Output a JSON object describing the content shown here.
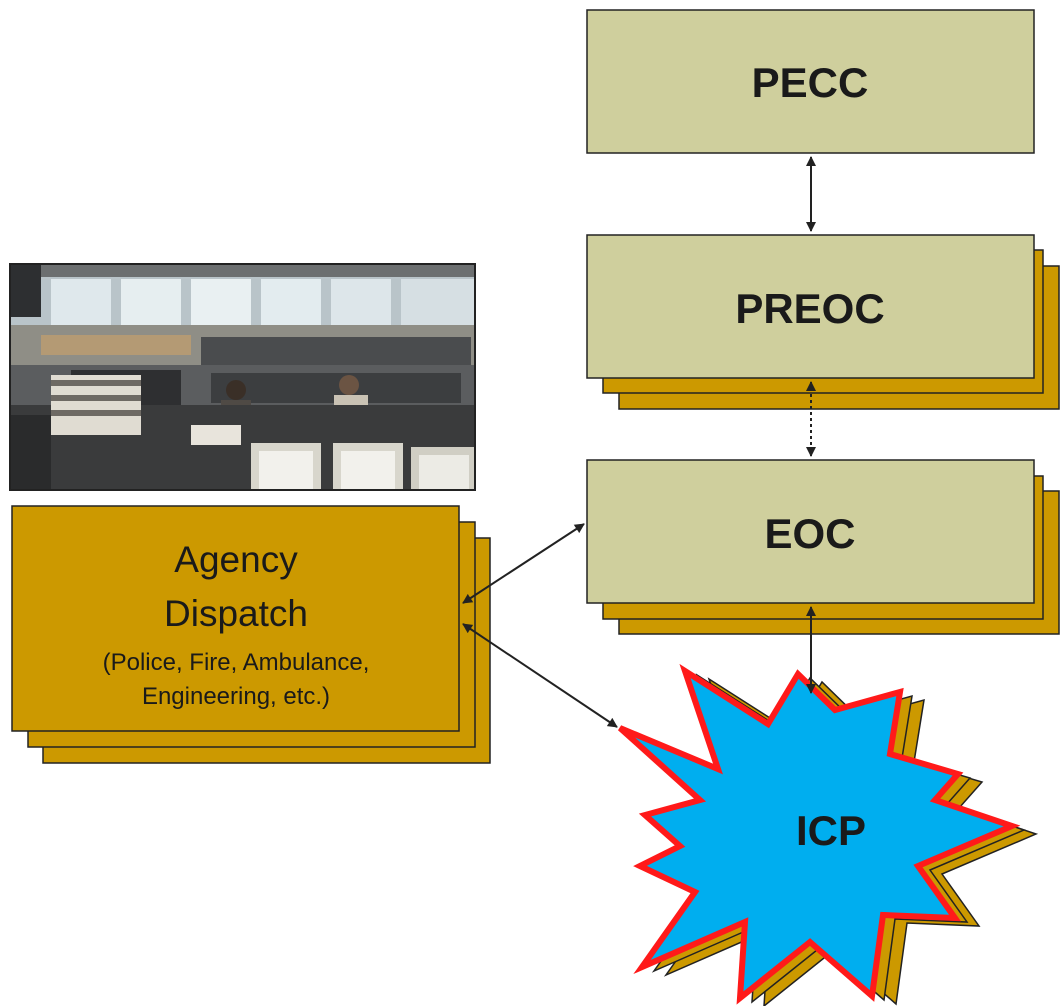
{
  "nodes": {
    "pecc": {
      "label": "PECC"
    },
    "preoc": {
      "label": "PREOC"
    },
    "eoc": {
      "label": "EOC"
    },
    "icp": {
      "label": "ICP"
    },
    "agency": {
      "title_line1": "Agency",
      "title_line2": "Dispatch",
      "detail_line1": "(Police, Fire, Ambulance,",
      "detail_line2": "Engineering, etc.)"
    }
  },
  "photo": {
    "subject": "dispatch-center-photo"
  },
  "connections": [
    {
      "from": "PECC",
      "to": "PREOC",
      "style": "solid",
      "arrows": "both"
    },
    {
      "from": "PREOC",
      "to": "EOC",
      "style": "dotted",
      "arrows": "both"
    },
    {
      "from": "EOC",
      "to": "ICP",
      "style": "solid",
      "arrows": "both"
    },
    {
      "from": "Agency Dispatch",
      "to": "EOC",
      "style": "solid",
      "arrows": "both"
    },
    {
      "from": "Agency Dispatch",
      "to": "ICP",
      "style": "solid",
      "arrows": "both"
    }
  ],
  "colors": {
    "box_fill": "#cfcf9d",
    "gold": "#cc9900",
    "icp_fill": "#00aeef",
    "icp_outline": "#ff1a1a",
    "outline": "#222222"
  }
}
